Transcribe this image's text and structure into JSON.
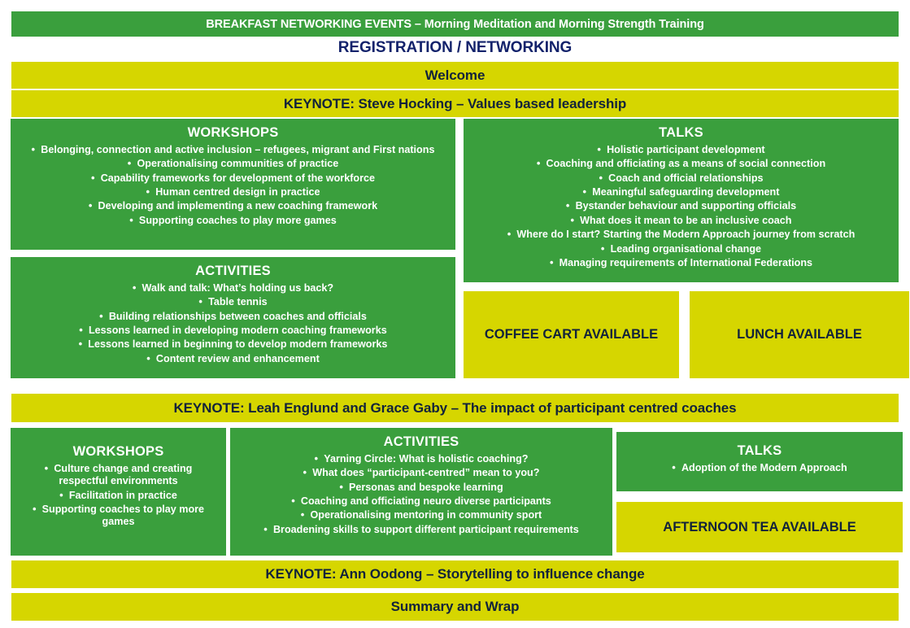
{
  "colors": {
    "green": "#3a9f3d",
    "yellow": "#d6d600",
    "navy": "#13226b",
    "dark_text": "#11223b",
    "white": "#ffffff"
  },
  "rows": {
    "breakfast": "BREAKFAST NETWORKING EVENTS – Morning Meditation and Morning Strength Training",
    "registration": "REGISTRATION / NETWORKING",
    "welcome": "Welcome",
    "keynote_1": "KEYNOTE: Steve Hocking – Values based leadership",
    "keynote_2": "KEYNOTE: Leah Englund and Grace Gaby – The impact of participant centred coaches",
    "keynote_3": "KEYNOTE: Ann Oodong – Storytelling to influence change",
    "summary": "Summary and Wrap"
  },
  "morning": {
    "workshops": {
      "title": "WORKSHOPS",
      "items": [
        "Belonging, connection and active inclusion – refugees, migrant and First nations",
        "Operationalising communities of practice",
        "Capability frameworks for development of the workforce",
        "Human centred design in practice",
        "Developing and implementing a new coaching framework",
        "Supporting coaches to play more games"
      ]
    },
    "activities": {
      "title": "ACTIVITIES",
      "items": [
        "Walk and talk: What’s holding us back?",
        "Table tennis",
        "Building relationships between coaches and officials",
        "Lessons learned in developing modern coaching frameworks",
        "Lessons learned in beginning to develop modern frameworks",
        "Content review and enhancement"
      ]
    },
    "talks": {
      "title": "TALKS",
      "items": [
        "Holistic participant development",
        "Coaching and officiating as a means of social connection",
        "Coach and official relationships",
        "Meaningful safeguarding development",
        "Bystander behaviour and supporting officials",
        "What does it mean to be an inclusive coach",
        "Where do I start? Starting the Modern Approach journey from scratch",
        "Leading organisational change",
        "Managing requirements of International Federations"
      ]
    },
    "coffee": "COFFEE CART AVAILABLE",
    "lunch": "LUNCH AVAILABLE"
  },
  "afternoon": {
    "workshops": {
      "title": "WORKSHOPS",
      "items": [
        "Culture change and creating respectful environments",
        "Facilitation in practice",
        "Supporting coaches to play more games"
      ]
    },
    "activities": {
      "title": "ACTIVITIES",
      "items": [
        "Yarning Circle: What is holistic coaching?",
        "What does “participant-centred” mean to you?",
        "Personas and bespoke learning",
        "Coaching and officiating neuro diverse participants",
        "Operationalising mentoring in community sport",
        "Broadening skills to support different participant requirements"
      ]
    },
    "talks": {
      "title": "TALKS",
      "items": [
        "Adoption of the Modern Approach"
      ]
    },
    "afternoon_tea": "AFTERNOON TEA AVAILABLE"
  },
  "bullet_glyph": "•"
}
